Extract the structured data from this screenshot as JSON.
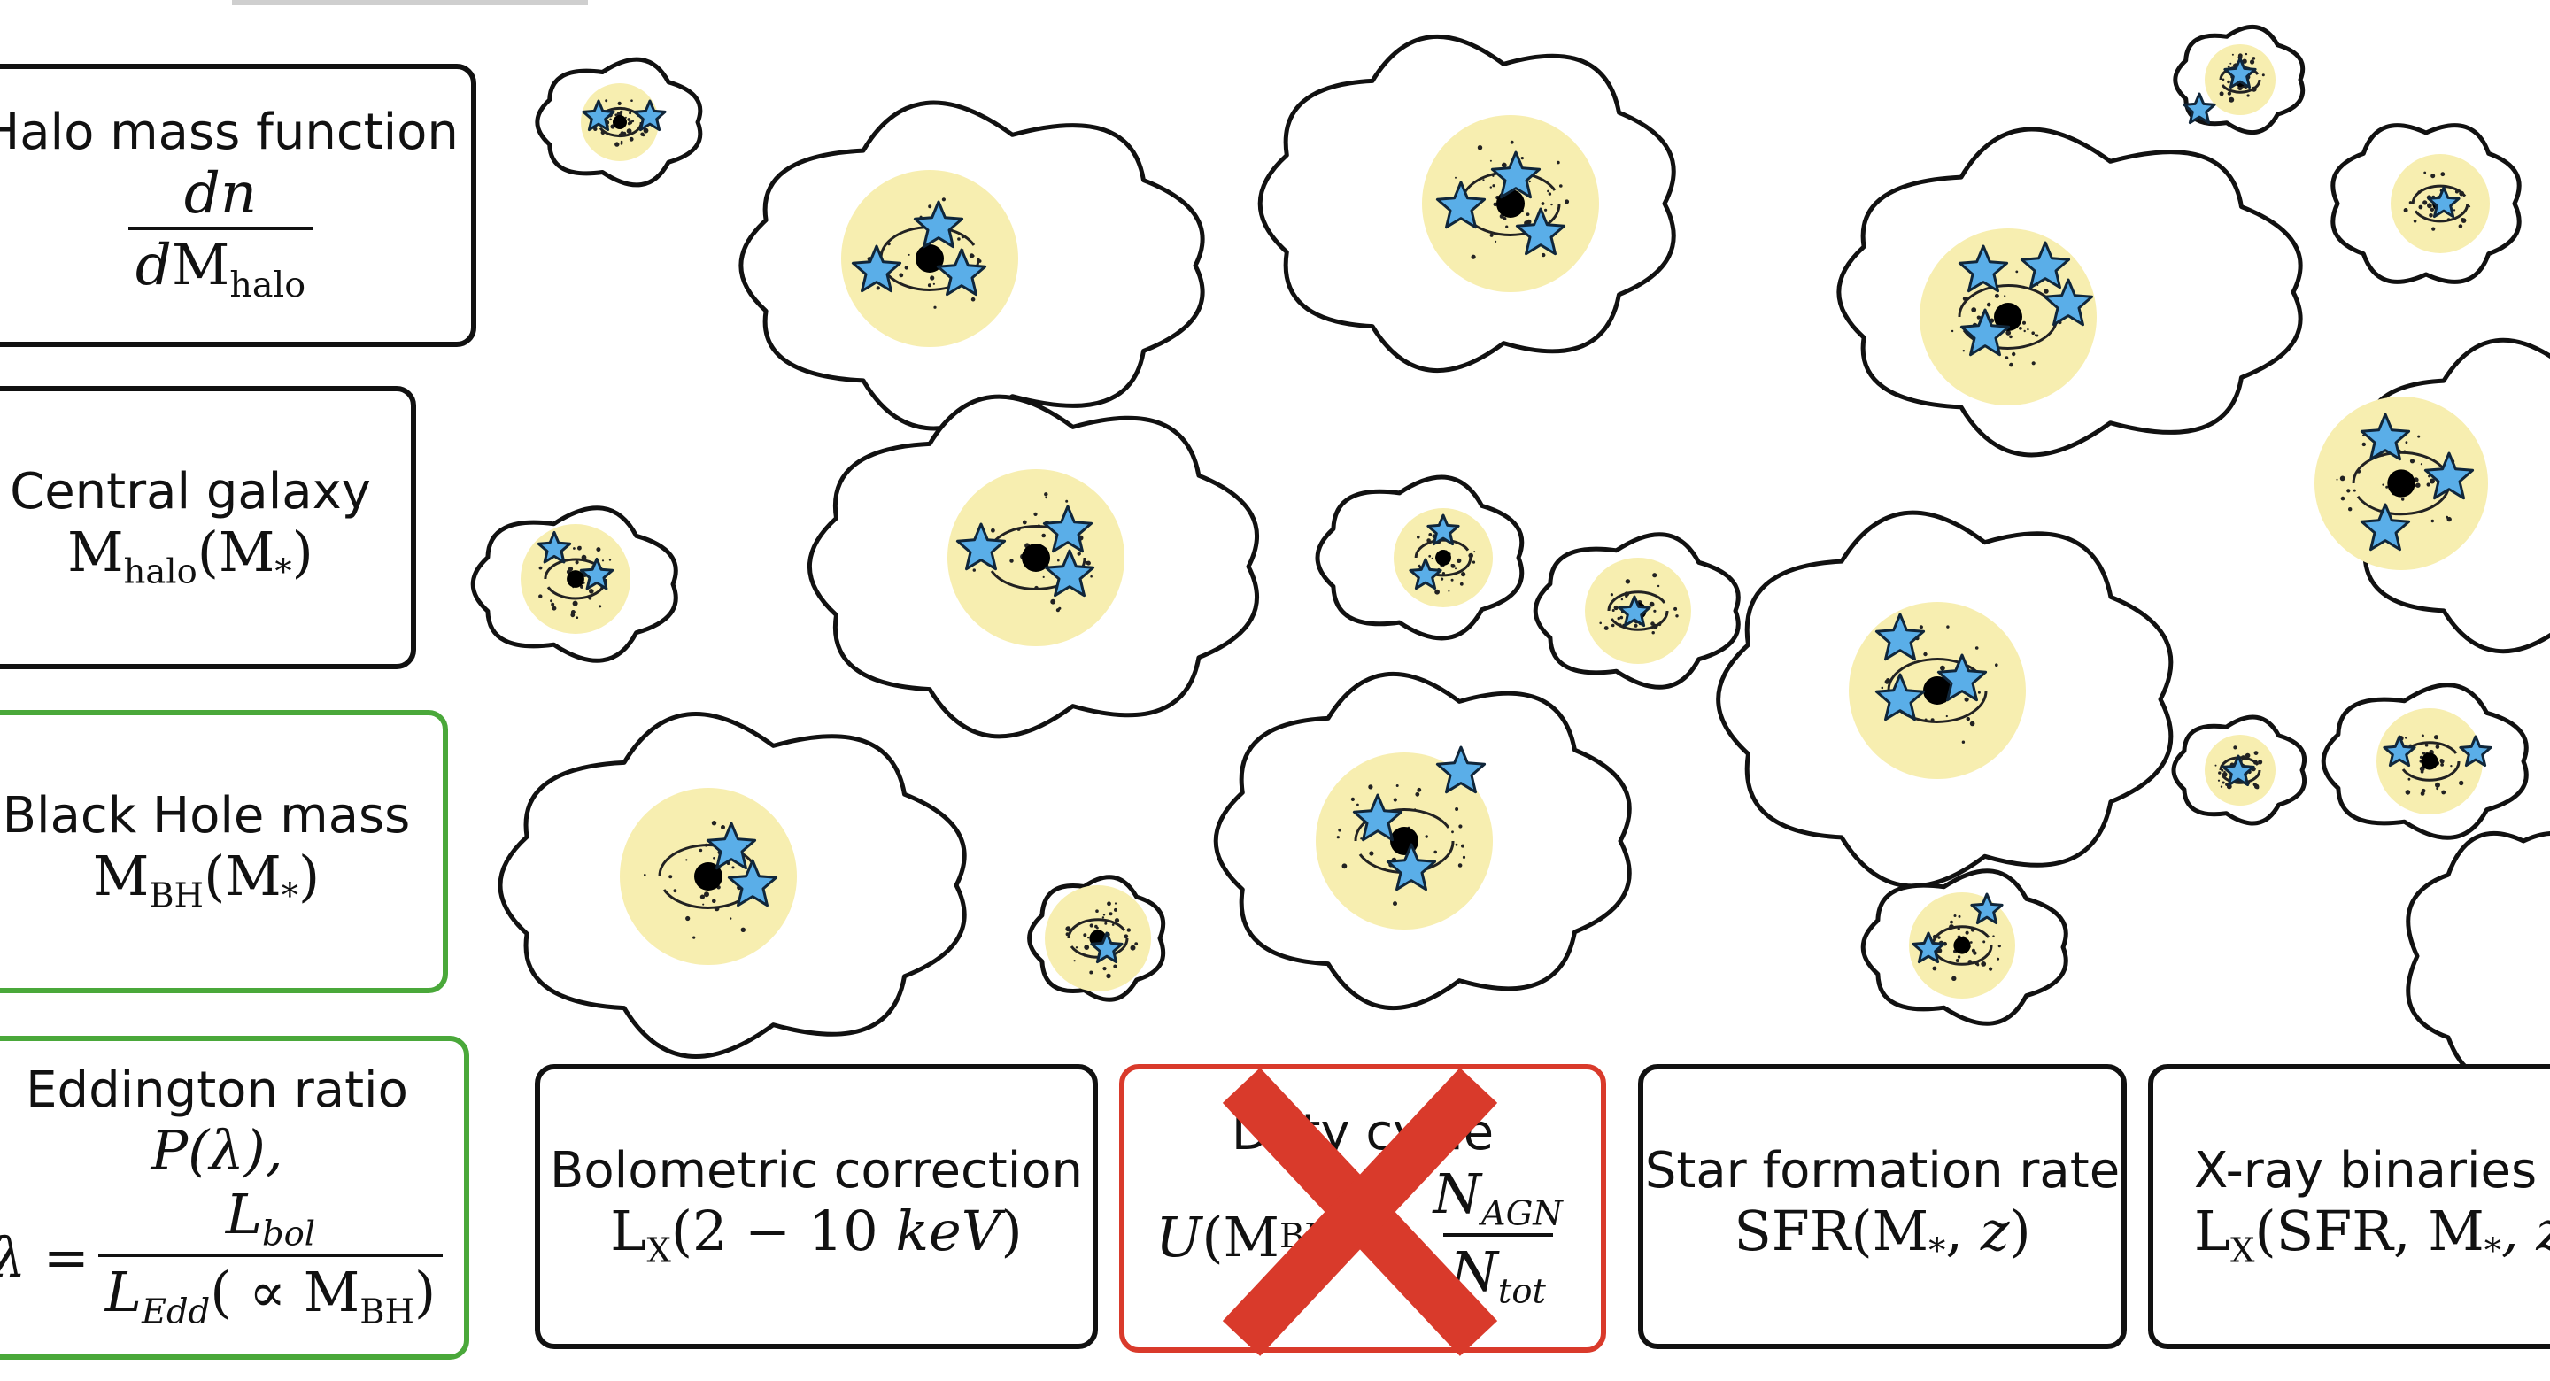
{
  "boxes": {
    "halo": {
      "title": "Halo mass function",
      "math": {
        "num": "dn",
        "den_d": "d",
        "den_M": "M",
        "den_sub": "halo"
      }
    },
    "central": {
      "title": "Central galaxy",
      "math": {
        "M": "M",
        "sub": "halo",
        "arg": "(M",
        "arg_sub": "*",
        "close": ")"
      }
    },
    "bh": {
      "title": "Black Hole mass",
      "math": {
        "M": "M",
        "sub": "BH",
        "arg": "(M",
        "arg_sub": "*",
        "close": ")"
      }
    },
    "eddington": {
      "title": "Eddington ratio",
      "math": {
        "line1": "P(λ),",
        "lhs": "λ =",
        "num": "L",
        "num_sub": "bol",
        "den_L": "L",
        "den_sub": "Edd",
        "den_rest": "( ∝ M",
        "den_rest_sub": "BH",
        "den_close": ")"
      }
    },
    "bolometric": {
      "title": "Bolometric correction",
      "math": {
        "L": "L",
        "sub": "X",
        "rest": "(2 − 10 ",
        "unit": "keV",
        "close": ")"
      }
    },
    "duty_cycle": {
      "title": "Duty cycle",
      "crossed_out": true,
      "math": {
        "U": "U",
        "arg": "(M",
        "arg_sub": "BH",
        "mid": ") =",
        "num": "N",
        "num_sub": "AGN",
        "den": "N",
        "den_sub": "tot"
      }
    },
    "sfr": {
      "title": "Star formation rate",
      "math": {
        "text": "SFR(M",
        "sub": "*",
        "rest": ", ",
        "z": "z",
        "close": ")"
      }
    },
    "xrb": {
      "title": "X-ray binaries",
      "math": {
        "L": "L",
        "sub": "X",
        "rest": "(SFR, M",
        "rest_sub": "*",
        "tail": ", z"
      }
    }
  },
  "colors": {
    "halo_glow": "#f7eeb0",
    "star_fill": "#5aaee8",
    "cross": "#d93a2b",
    "green_border": "#4aa83a",
    "red_border": "#d93a2b",
    "outline": "#111111"
  },
  "icons": {
    "galaxy": "galaxy-icon",
    "star": "star-icon",
    "cloud": "dark-matter-halo-icon",
    "cross": "cross-out-icon"
  }
}
